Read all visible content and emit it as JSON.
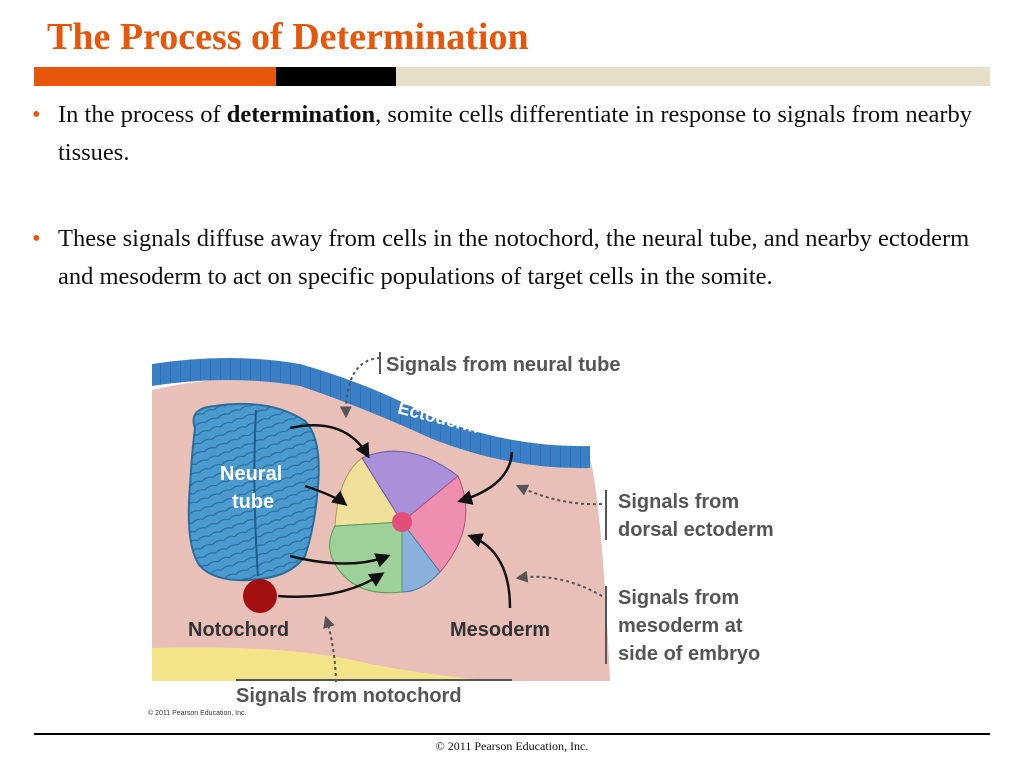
{
  "title": "The Process of Determination",
  "colors": {
    "accent": "#e8560c",
    "bar_black": "#000000",
    "bar_beige": "#e4dfc6",
    "neural_tube": "#3d8fc4",
    "ectoderm": "#3a7fc6",
    "mesoderm_bg": "#e6bcb4",
    "notochord": "#a30f0f",
    "endoderm_yellow": "#f4e88c"
  },
  "bullets": [
    {
      "pre": "In the process of ",
      "bold": "determination",
      "post": ", somite cells differentiate in response to signals from nearby tissues."
    },
    {
      "text": "These signals diffuse away from cells in the notochord, the neural tube, and nearby ectoderm and mesoderm to act on specific populations of target cells in the somite."
    }
  ],
  "figure": {
    "signals_neural_tube": "Signals from neural tube",
    "ectoderm": "Ectoderm",
    "neural_tube_l1": "Neural",
    "neural_tube_l2": "tube",
    "signals_dorsal_l1": "Signals from",
    "signals_dorsal_l2": "dorsal ectoderm",
    "signals_mesoderm_l1": "Signals from",
    "signals_mesoderm_l2": "mesoderm at",
    "signals_mesoderm_l3": "side of embryo",
    "notochord": "Notochord",
    "mesoderm": "Mesoderm",
    "signals_notochord": "Signals from notochord",
    "copyright_small": "© 2011 Pearson Education, Inc."
  },
  "footer": "© 2011 Pearson Education, Inc."
}
